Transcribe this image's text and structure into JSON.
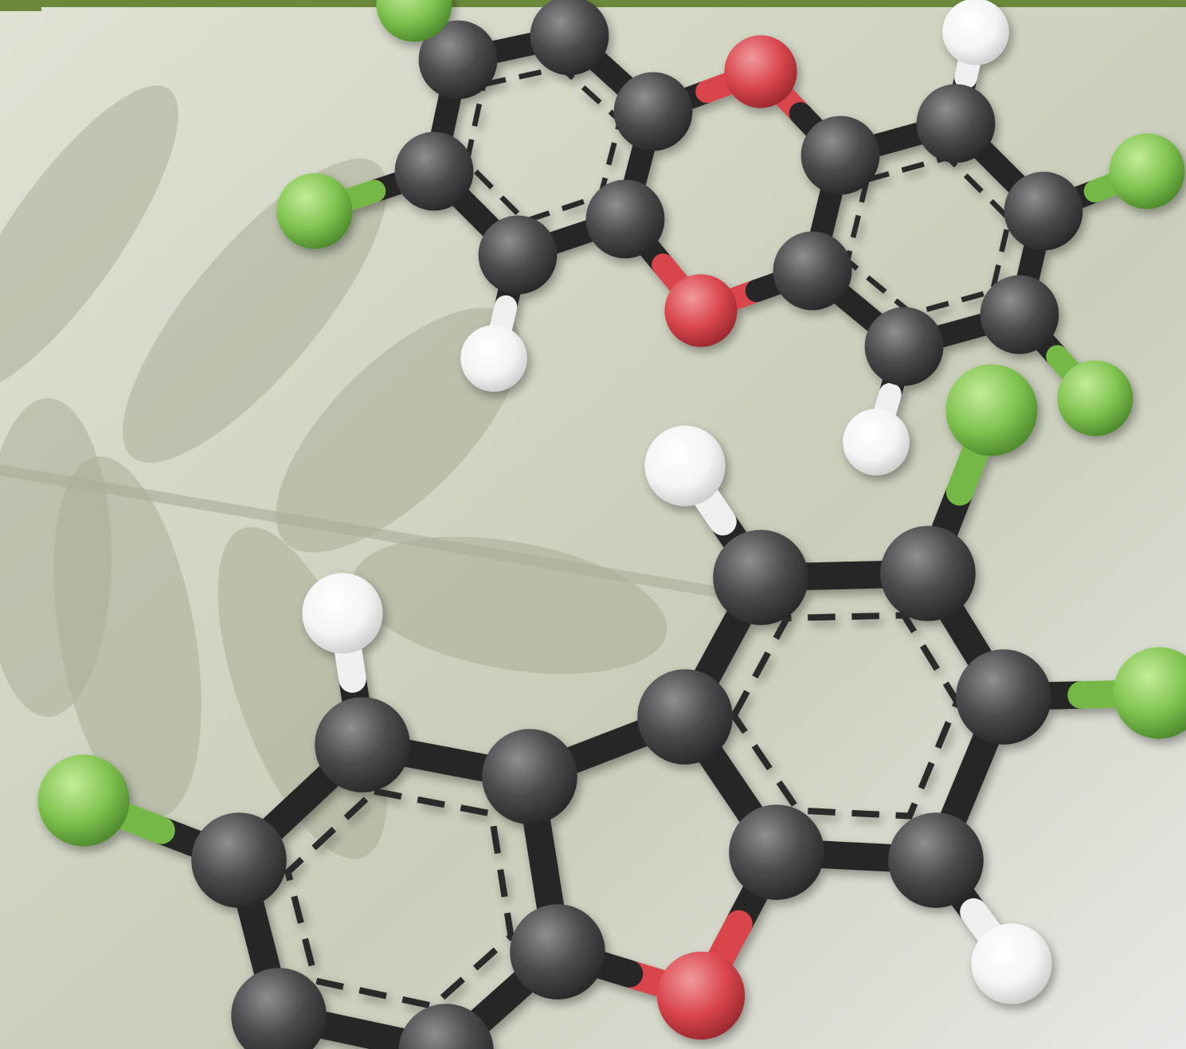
{
  "scene": {
    "subject": "molecular-model-illustration",
    "colors": {
      "carbon": "#4b4a4c",
      "carbon_highlight": "#8f8e90",
      "bond": "#262526",
      "oxygen": "#d8444b",
      "oxygen_highlight": "#f19a9d",
      "chlorine": "#7fc24f",
      "chlorine_highlight": "#c4ec9a",
      "chlorine_bond": "#76b847",
      "hydrogen": "#f4f4f4",
      "hydrogen_bond": "#efefef",
      "oxygen_bond": "#d8444b",
      "top_rule": "#6a8a3a",
      "background_light": "#dfe2d4",
      "background_mid": "#c9cdb9",
      "leaf": "#a9ae98"
    },
    "molecules": [
      {
        "name": "dibenzodioxin-molecule"
      },
      {
        "name": "dibenzofuran-molecule"
      }
    ]
  }
}
